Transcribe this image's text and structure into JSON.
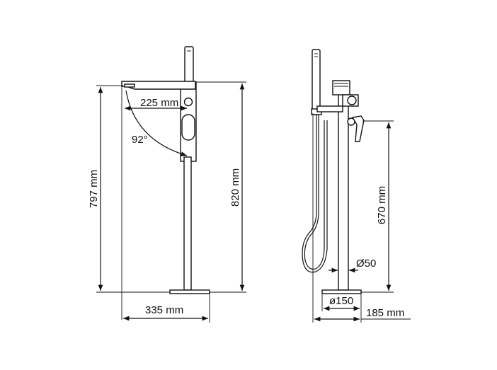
{
  "front_view": {
    "spout_reach": "225 mm",
    "rotation_angle": "92°",
    "spout_height": "797 mm",
    "total_height": "820 mm",
    "base_width": "335 mm"
  },
  "side_view": {
    "mixer_height": "670 mm",
    "pipe_diameter": "Ø50",
    "base_diameter": "ø150",
    "total_depth": "185 mm"
  }
}
